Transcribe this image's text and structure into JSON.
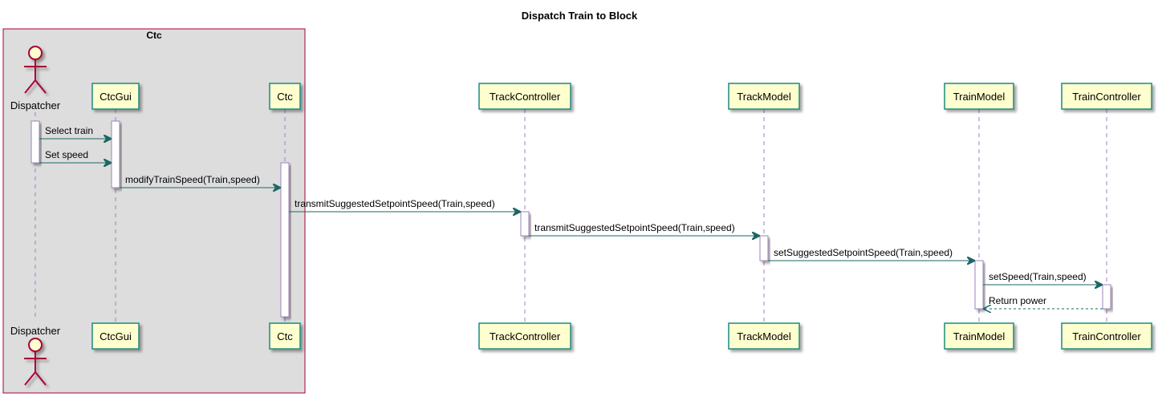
{
  "title": "Dispatch Train to Block",
  "group": {
    "name": "Ctc"
  },
  "participants": [
    {
      "id": "dispatcher",
      "label": "Dispatcher",
      "kind": "actor"
    },
    {
      "id": "ctcgui",
      "label": "CtcGui",
      "kind": "participant"
    },
    {
      "id": "ctc",
      "label": "Ctc",
      "kind": "participant"
    },
    {
      "id": "trackcontroller",
      "label": "TrackController",
      "kind": "participant"
    },
    {
      "id": "trackmodel",
      "label": "TrackModel",
      "kind": "participant"
    },
    {
      "id": "trainmodel",
      "label": "TrainModel",
      "kind": "participant"
    },
    {
      "id": "traincontroller",
      "label": "TrainController",
      "kind": "participant"
    }
  ],
  "messages": [
    {
      "from": "dispatcher",
      "to": "ctcgui",
      "label": "Select train",
      "style": "solid"
    },
    {
      "from": "dispatcher",
      "to": "ctcgui",
      "label": "Set speed",
      "style": "solid"
    },
    {
      "from": "ctcgui",
      "to": "ctc",
      "label": "modifyTrainSpeed(Train,speed)",
      "style": "solid"
    },
    {
      "from": "ctc",
      "to": "trackcontroller",
      "label": "transmitSuggestedSetpointSpeed(Train,speed)",
      "style": "solid"
    },
    {
      "from": "trackcontroller",
      "to": "trackmodel",
      "label": "transmitSuggestedSetpointSpeed(Train,speed)",
      "style": "solid"
    },
    {
      "from": "trackmodel",
      "to": "trainmodel",
      "label": "setSuggestedSetpointSpeed(Train,speed)",
      "style": "solid"
    },
    {
      "from": "trainmodel",
      "to": "traincontroller",
      "label": "setSpeed(Train,speed)",
      "style": "solid"
    },
    {
      "from": "traincontroller",
      "to": "trainmodel",
      "label": "Return power",
      "style": "dashed"
    }
  ],
  "colors": {
    "participant_fill": "#FEFECE",
    "participant_border": "#1D8B80",
    "actor_border": "#A80036",
    "group_fill": "#DDDDDD",
    "group_border": "#A80036",
    "arrow": "#1D6666",
    "lifeline": "#A080C0",
    "activation_fill": "#FFFFFF",
    "activation_border": "#A080C0"
  }
}
